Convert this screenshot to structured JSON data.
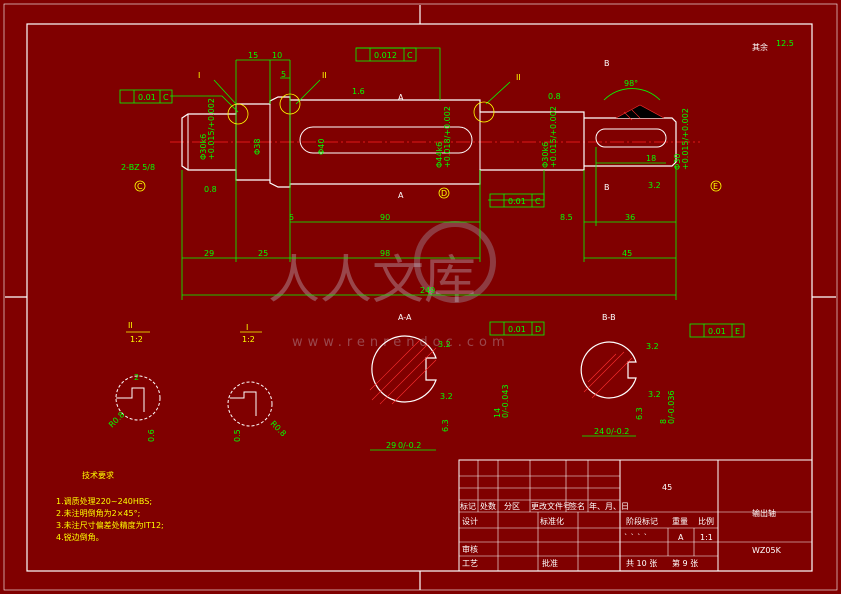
{
  "part_name": "输出轴",
  "material": "45",
  "drawing_no": "WZ05K",
  "scale": "1:1",
  "sheet_total": "共 10 张",
  "sheet_no": "第 9 张",
  "surface_finish_other": "其余",
  "surface_finish_other_value": "12.5",
  "tech_req_title": "技术要求",
  "tech_req_items": [
    "1.调质处理220~240HBS;",
    "2.未注明倒角为2×45°;",
    "3.未注尺寸偏差处精度为IT12;",
    "4.锐边倒角。"
  ],
  "title_block": {
    "header_cells": [
      "标记",
      "处数",
      "分区",
      "更改文件号",
      "签名",
      "年、月、日"
    ],
    "design_label": "设计",
    "standardize_label": "标准化",
    "stage_label": "阶段标记",
    "weight_label": "重量",
    "scale_label": "比例",
    "stage_marks": "` ` ` `",
    "stage_value": "A",
    "review_label": "审核",
    "process_label": "工艺",
    "approve_label": "批准"
  },
  "dimensions": {
    "d15": "15",
    "d10": "10",
    "d5a": "5",
    "d5b": "5",
    "d90": "90",
    "d85": "8.5",
    "d36": "36",
    "d29": "29",
    "d25": "25",
    "d98": "98",
    "d45": "45",
    "d249": "249",
    "d18": "18",
    "angle98": "98°",
    "bdim": "B",
    "dia_left": "Φ30k6",
    "dia_left_tol": "+0.015/+0.002",
    "dia_38": "Φ38",
    "dia_40": "Φ40",
    "dia_mid": "Φ44k6",
    "dia_mid_tol": "+0.018/+0.002",
    "dia_right": "Φ30k6",
    "dia_right_tol": "+0.015/+0.002",
    "dia_key": "Φ30",
    "dia_key_tol": "+0.015/+0.002",
    "thread": "2-BZ 5/8",
    "chamfer": "0.8",
    "rough_16": "1.6",
    "rough_08": "0.8",
    "rough_32": "3.2"
  },
  "tolerance_frames": {
    "left_runout": "0.01",
    "left_datum": "C",
    "top_runout": "0.012",
    "top_datum": "C",
    "bottom_runout": "0.01",
    "bottom_datum": "C",
    "aa_sym": "0.01",
    "aa_datum": "D",
    "bb_sym": "0.01",
    "bb_datum": "E"
  },
  "datums": {
    "c": "C",
    "d": "D",
    "e": "E"
  },
  "roman_labels": {
    "i": "I",
    "ii": "II",
    "iii": "II"
  },
  "section_labels": {
    "a": "A",
    "b": "B",
    "aa": "A-A",
    "bb": "B-B",
    "detail_ii": "II",
    "detail_ii_scale": "1:2",
    "detail_i": "I",
    "detail_i_scale": "1:2"
  },
  "section_dims": {
    "aa_width": "29",
    "aa_width_tol": "0/-0.2",
    "aa_key": "14",
    "aa_key_tol": "0/-0.043",
    "aa_r1": "3.2",
    "aa_r2": "6.3",
    "bb_width": "24",
    "bb_width_tol": "0/-0.2",
    "bb_key": "8",
    "bb_key_tol": "0/-0.036",
    "bb_r1": "3.2",
    "bb_r2": "6.3",
    "detail_r1": "R0.8",
    "detail_r2": "R0.8",
    "detail_v1": "0.6",
    "detail_v2": "0.5",
    "detail_top": "2"
  },
  "watermark": {
    "main": "人人文库",
    "url": "www.renrendoc.com"
  }
}
